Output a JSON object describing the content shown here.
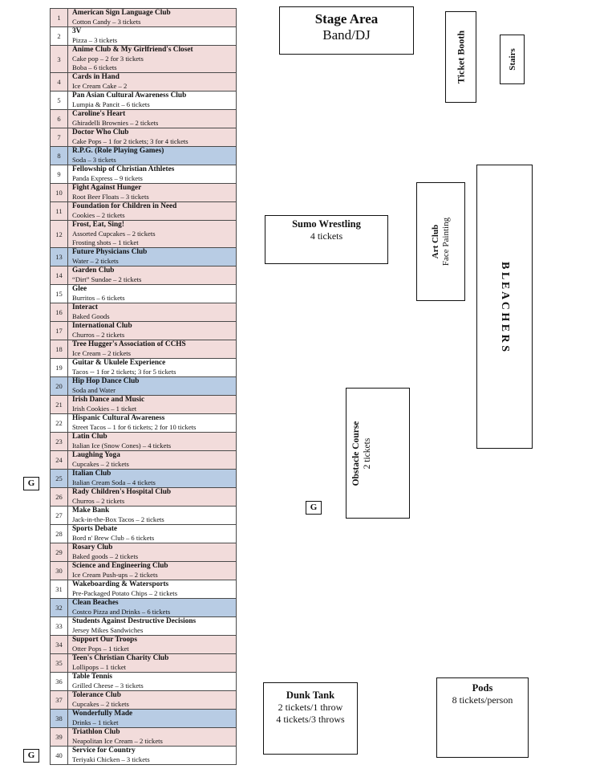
{
  "booths": [
    {
      "num": "1",
      "club": "American Sign Language Club",
      "items": [
        "Cotton Candy – 3 tickets"
      ],
      "color": "pink"
    },
    {
      "num": "2",
      "club": "3V",
      "items": [
        "Pizza – 3 tickets"
      ],
      "color": "white"
    },
    {
      "num": "3",
      "club": "Anime Club & My Girlfriend's Closet",
      "items": [
        "Cake pop – 2 for 3 tickets",
        "Boba –  6 tickets"
      ],
      "color": "pink"
    },
    {
      "num": "4",
      "club": "Cards in Hand",
      "items": [
        "Ice Cream Cake – 2"
      ],
      "color": "pink"
    },
    {
      "num": "5",
      "club": "Pan Asian Cultural Awareness Club",
      "items": [
        "Lumpia & Pancit – 6 tickets"
      ],
      "color": "white"
    },
    {
      "num": "6",
      "club": "Caroline's Heart",
      "items": [
        "Ghiradelli Brownies – 2 tickets"
      ],
      "color": "pink"
    },
    {
      "num": "7",
      "club": "Doctor Who Club",
      "items": [
        "Cake Pops – 1 for 2 tickets; 3 for 4 tickets"
      ],
      "color": "pink"
    },
    {
      "num": "8",
      "club": "R.P.G. (Role Playing Games)",
      "items": [
        "Soda – 3 tickets"
      ],
      "color": "blue"
    },
    {
      "num": "9",
      "club": "Fellowship of Christian Athletes",
      "items": [
        "Panda Express – 9 tickets"
      ],
      "color": "white"
    },
    {
      "num": "10",
      "club": "Fight Against Hunger",
      "items": [
        "Root Beer Floats – 3 tickets"
      ],
      "color": "pink"
    },
    {
      "num": "11",
      "club": "Foundation for Children in Need",
      "items": [
        "Cookies – 2 tickets"
      ],
      "color": "pink"
    },
    {
      "num": "12",
      "club": "Frost, Eat, Sing!",
      "items": [
        "Assorted Cupcakes – 2 tickets",
        "Frosting shots – 1 ticket"
      ],
      "color": "pink"
    },
    {
      "num": "13",
      "club": "Future Physicians Club",
      "items": [
        "Water – 2 tickets"
      ],
      "color": "blue"
    },
    {
      "num": "14",
      "club": "Garden Club",
      "items": [
        "“Dirt” Sundae – 2 tickets"
      ],
      "color": "pink"
    },
    {
      "num": "15",
      "club": "Glee",
      "items": [
        "Burritos – 6 tickets"
      ],
      "color": "white"
    },
    {
      "num": "16",
      "club": "Interact",
      "items": [
        "Baked Goods"
      ],
      "color": "pink"
    },
    {
      "num": "17",
      "club": "International Club",
      "items": [
        "Churros – 2 tickets"
      ],
      "color": "pink"
    },
    {
      "num": "18",
      "club": "Tree Hugger's Association of CCHS",
      "items": [
        "Ice Cream – 2 tickets"
      ],
      "color": "pink"
    },
    {
      "num": "19",
      "club": "Guitar & Ukulele Experience",
      "items": [
        "Tacos -- 1 for 2 tickets; 3 for 5 tickets"
      ],
      "color": "white"
    },
    {
      "num": "20",
      "club": "Hip Hop Dance Club",
      "items": [
        "Soda and Water"
      ],
      "color": "blue"
    },
    {
      "num": "21",
      "club": "Irish Dance and Music",
      "items": [
        "Irish Cookies – 1 ticket"
      ],
      "color": "pink"
    },
    {
      "num": "22",
      "club": "Hispanic Cultural Awareness",
      "items": [
        "Street Tacos – 1 for 6 tickets; 2 for 10 tickets"
      ],
      "color": "white"
    },
    {
      "num": "23",
      "club": "Latin Club",
      "items": [
        "Italian Ice (Snow Cones) – 4 tickets"
      ],
      "color": "pink"
    },
    {
      "num": "24",
      "club": "Laughing Yoga",
      "items": [
        "Cupcakes – 2 tickets"
      ],
      "color": "pink"
    },
    {
      "num": "25",
      "club": "Italian Club",
      "items": [
        "Italian Cream Soda – 4 tickets"
      ],
      "color": "blue"
    },
    {
      "num": "26",
      "club": "Rady Children's Hospital Club",
      "items": [
        "Churros – 2 tickets"
      ],
      "color": "pink"
    },
    {
      "num": "27",
      "club": "Make Bank",
      "items": [
        "Jack-in-the-Box Tacos – 2 tickets"
      ],
      "color": "white"
    },
    {
      "num": "28",
      "club": "Sports Debate",
      "items": [
        "Bord n' Brew Club – 6 tickets"
      ],
      "color": "white"
    },
    {
      "num": "29",
      "club": "Rosary Club",
      "items": [
        "Baked goods – 2 tickets"
      ],
      "color": "pink"
    },
    {
      "num": "30",
      "club": "Science and Engineering Club",
      "items": [
        "Ice Cream Push-ups – 2 tickets"
      ],
      "color": "pink"
    },
    {
      "num": "31",
      "club": "Wakeboarding & Watersports",
      "items": [
        "Pre-Packaged Potato Chips – 2 tickets"
      ],
      "color": "white"
    },
    {
      "num": "32",
      "club": "Clean Beaches",
      "items": [
        "Costco Pizza and Drinks – 6 tickets"
      ],
      "color": "blue"
    },
    {
      "num": "33",
      "club": "Students Against Destructive Decisions",
      "items": [
        "Jersey Mikes Sandwiches"
      ],
      "color": "white"
    },
    {
      "num": "34",
      "club": "Support Our Troops",
      "items": [
        "Otter Pops – 1 ticket"
      ],
      "color": "pink"
    },
    {
      "num": "35",
      "club": "Teen's Christian Charity Club",
      "items": [
        "Lollipops – 1 ticket"
      ],
      "color": "pink"
    },
    {
      "num": "36",
      "club": "Table Tennis",
      "items": [
        "Grilled Cheese – 3 tickets"
      ],
      "color": "white"
    },
    {
      "num": "37",
      "club": "Tolerance Club",
      "items": [
        "Cupcakes – 2 tickets"
      ],
      "color": "pink"
    },
    {
      "num": "38",
      "club": "Wonderfully Made",
      "items": [
        "Drinks – 1 ticket"
      ],
      "color": "blue"
    },
    {
      "num": "39",
      "club": "Triathlon Club",
      "items": [
        "Neapolitan Ice Cream – 2 tickets"
      ],
      "color": "pink"
    },
    {
      "num": "40",
      "club": "Service for Country",
      "items": [
        "Teriyaki Chicken – 3 tickets"
      ],
      "color": "white"
    }
  ],
  "row_colors": {
    "pink": "#f2dcdb",
    "blue": "#b8cce4",
    "white": "#ffffff"
  },
  "map": {
    "stage": {
      "title": "Stage Area",
      "subtitle": "Band/DJ"
    },
    "ticket_booth": "Ticket Booth",
    "stairs": "Stairs",
    "bleachers": "B L E A C H E R S",
    "art_club": {
      "title": "Art Club",
      "subtitle": "Face Painting"
    },
    "sumo": {
      "title": "Sumo Wrestling",
      "subtitle": "4 tickets"
    },
    "obstacle": {
      "title": "Obstacle Course",
      "subtitle": "2 tickets"
    },
    "dunk_tank": {
      "title": "Dunk Tank",
      "line1": "2 tickets/1 throw",
      "line2": "4 tickets/3 throws"
    },
    "pods": {
      "title": "Pods",
      "subtitle": "8 tickets/person"
    },
    "g_marker": "G"
  }
}
